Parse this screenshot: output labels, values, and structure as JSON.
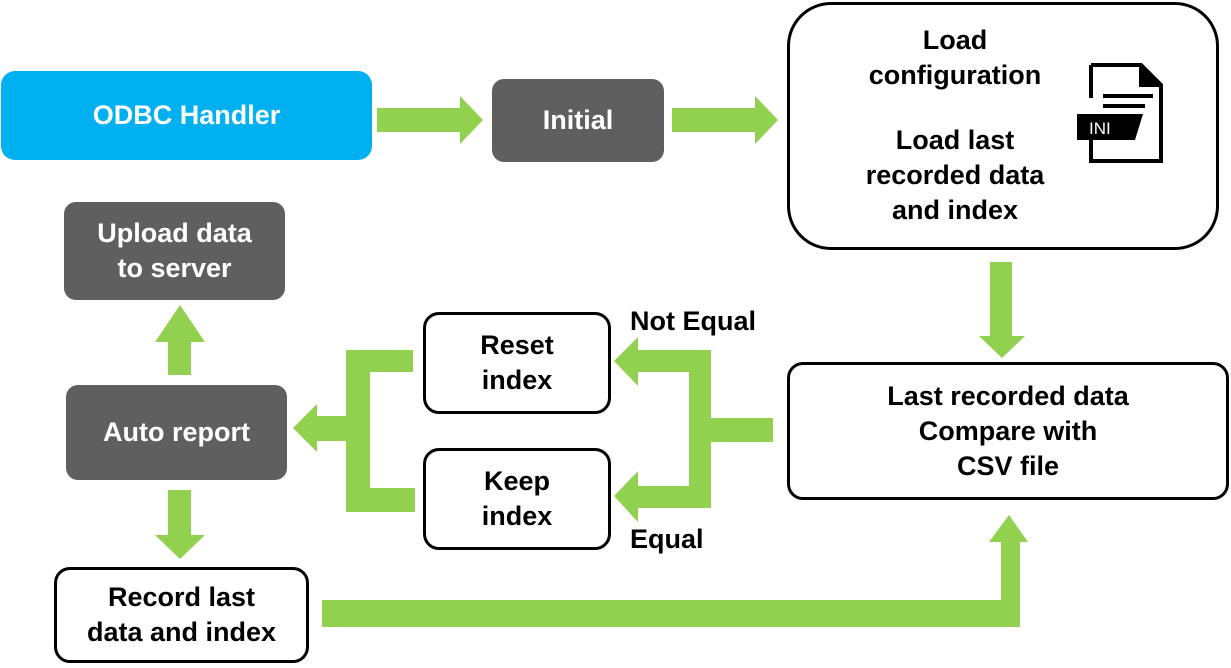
{
  "diagram": {
    "title": "ODBC Handler data flow",
    "colors": {
      "arrow": "#92d050",
      "blue_node": "#00b0f0",
      "gray_node": "#5f5f5f",
      "outline": "#000000"
    },
    "nodes": {
      "odbc_handler": "ODBC Handler",
      "initial": "Initial",
      "load_configuration": "Load\nconfiguration",
      "load_last_recorded": "Load last\nrecorded data\nand index",
      "compare": "Last recorded data\nCompare with\nCSV file",
      "reset_index": "Reset\nindex",
      "keep_index": "Keep\nindex",
      "auto_report": "Auto report",
      "upload": "Upload data\nto server",
      "record_last": "Record last\ndata and index"
    },
    "edge_labels": {
      "not_equal": "Not Equal",
      "equal": "Equal"
    },
    "icons": {
      "config_file": {
        "name": "ini-file-icon",
        "text": "INI"
      }
    },
    "edges": [
      {
        "from": "odbc_handler",
        "to": "initial"
      },
      {
        "from": "initial",
        "to": "load_configuration"
      },
      {
        "from": "load_configuration",
        "to": "compare"
      },
      {
        "from": "compare",
        "to": "reset_index",
        "label": "Not Equal"
      },
      {
        "from": "compare",
        "to": "keep_index",
        "label": "Equal"
      },
      {
        "from": "reset_index",
        "to": "auto_report"
      },
      {
        "from": "keep_index",
        "to": "auto_report"
      },
      {
        "from": "auto_report",
        "to": "upload"
      },
      {
        "from": "auto_report",
        "to": "record_last"
      },
      {
        "from": "record_last",
        "to": "compare"
      }
    ]
  }
}
